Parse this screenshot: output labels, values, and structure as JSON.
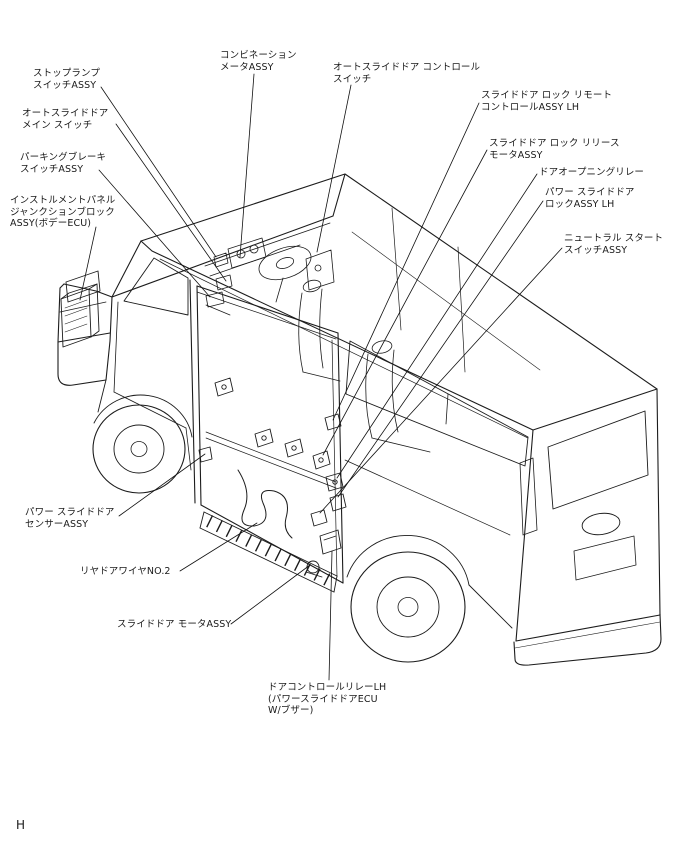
{
  "page": {
    "page_letter": "H",
    "background_color": "#ffffff",
    "line_color": "#1c1c1c"
  },
  "labels": {
    "combination_meter": "コンビネーション\nメータASSY",
    "stop_lamp_switch": "ストップランプ\nスイッチASSY",
    "auto_slide_door_control_switch": "オートスライドドア コントロール\nスイッチ",
    "auto_slide_door_main_switch": "オートスライドドア\nメイン スイッチ",
    "slide_door_lock_remote_control": "スライドドア ロック リモート\nコントロールASSY LH",
    "parking_brake_switch": "パーキングブレーキ\nスイッチASSY",
    "slide_door_lock_release_motor": "スライドドア ロック リリース\nモータASSY",
    "door_opening_relay": "ドアオープニングリレー",
    "instrument_panel_junction_block": "インストルメントパネル\nジャンクションブロック\nASSY(ボデーECU)",
    "power_slide_door_lock": "パワー スライドドア\nロックASSY LH",
    "neutral_start_switch": "ニュートラル スタート\nスイッチASSY",
    "power_slide_door_sensor": "パワー スライドドア\nセンサーASSY",
    "rear_door_wire_no2": "リヤドアワイヤNO.2",
    "slide_door_motor": "スライドドア モータASSY",
    "door_control_relay": "ドアコントロールリレーLH\n(パワースライドドアECU\nW/ブザー)"
  }
}
